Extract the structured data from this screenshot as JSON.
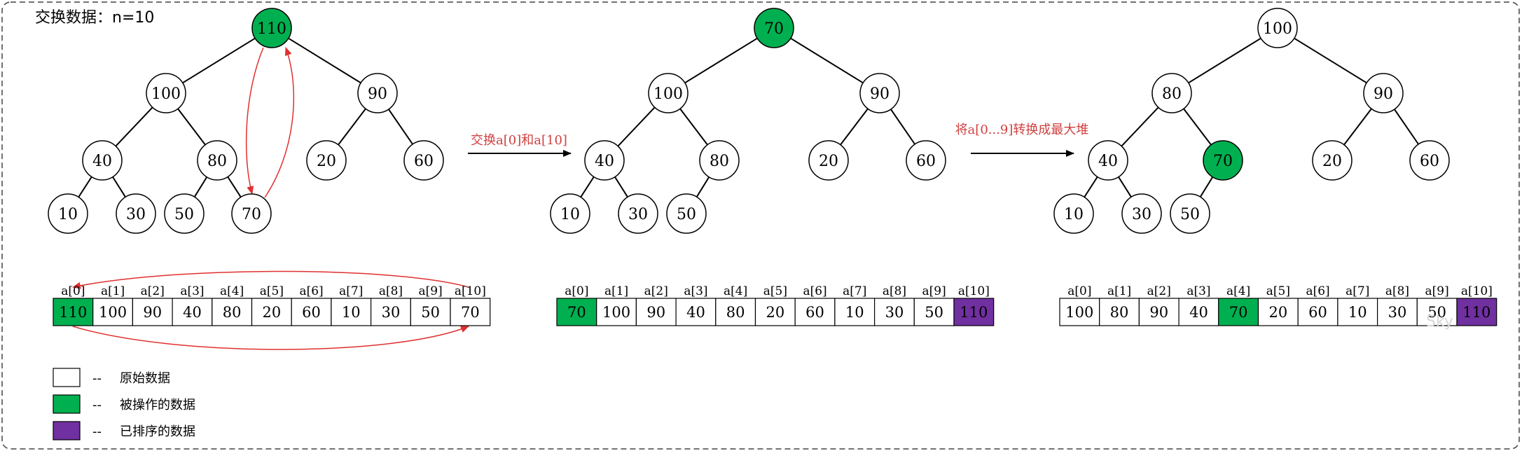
{
  "title": "交换数据：n=10",
  "colors": {
    "original": "#ffffff",
    "operated": "#00b050",
    "sorted": "#7030a0",
    "arrow_red": "#e03030",
    "label_red": "#d04040"
  },
  "trees": [
    {
      "nodes": [
        "110",
        "100",
        "90",
        "40",
        "80",
        "20",
        "60",
        "10",
        "30",
        "50",
        "70"
      ],
      "highlight": [
        "110"
      ]
    },
    {
      "nodes": [
        "70",
        "100",
        "90",
        "40",
        "80",
        "20",
        "60",
        "10",
        "30",
        "50"
      ],
      "highlight": [
        "70"
      ]
    },
    {
      "nodes": [
        "100",
        "80",
        "90",
        "40",
        "70",
        "20",
        "60",
        "10",
        "30",
        "50"
      ],
      "highlight": [
        "70"
      ]
    }
  ],
  "step_labels": [
    "交换a[0]和a[10]",
    "将a[0...9]转换成最大堆"
  ],
  "arrays": [
    {
      "indices": [
        "a[0]",
        "a[1]",
        "a[2]",
        "a[3]",
        "a[4]",
        "a[5]",
        "a[6]",
        "a[7]",
        "a[8]",
        "a[9]",
        "a[10]"
      ],
      "values": [
        "110",
        "100",
        "90",
        "40",
        "80",
        "20",
        "60",
        "10",
        "30",
        "50",
        "70"
      ],
      "states": [
        "operated",
        "original",
        "original",
        "original",
        "original",
        "original",
        "original",
        "original",
        "original",
        "original",
        "original"
      ]
    },
    {
      "indices": [
        "a[0]",
        "a[1]",
        "a[2]",
        "a[3]",
        "a[4]",
        "a[5]",
        "a[6]",
        "a[7]",
        "a[8]",
        "a[9]",
        "a[10]"
      ],
      "values": [
        "70",
        "100",
        "90",
        "40",
        "80",
        "20",
        "60",
        "10",
        "30",
        "50",
        "110"
      ],
      "states": [
        "operated",
        "original",
        "original",
        "original",
        "original",
        "original",
        "original",
        "original",
        "original",
        "original",
        "sorted"
      ]
    },
    {
      "indices": [
        "a[0]",
        "a[1]",
        "a[2]",
        "a[3]",
        "a[4]",
        "a[5]",
        "a[6]",
        "a[7]",
        "a[8]",
        "a[9]",
        "a[10]"
      ],
      "values": [
        "100",
        "80",
        "90",
        "40",
        "70",
        "20",
        "60",
        "10",
        "30",
        "50",
        "110"
      ],
      "states": [
        "original",
        "original",
        "original",
        "original",
        "operated",
        "original",
        "original",
        "original",
        "original",
        "original",
        "sorted"
      ]
    }
  ],
  "legend": [
    {
      "state": "original",
      "dash": "--",
      "label": "原始数据"
    },
    {
      "state": "operated",
      "dash": "--",
      "label": "被操作的数据"
    },
    {
      "state": "sorted",
      "dash": "--",
      "label": "已排序的数据"
    }
  ],
  "watermark": "Sky"
}
